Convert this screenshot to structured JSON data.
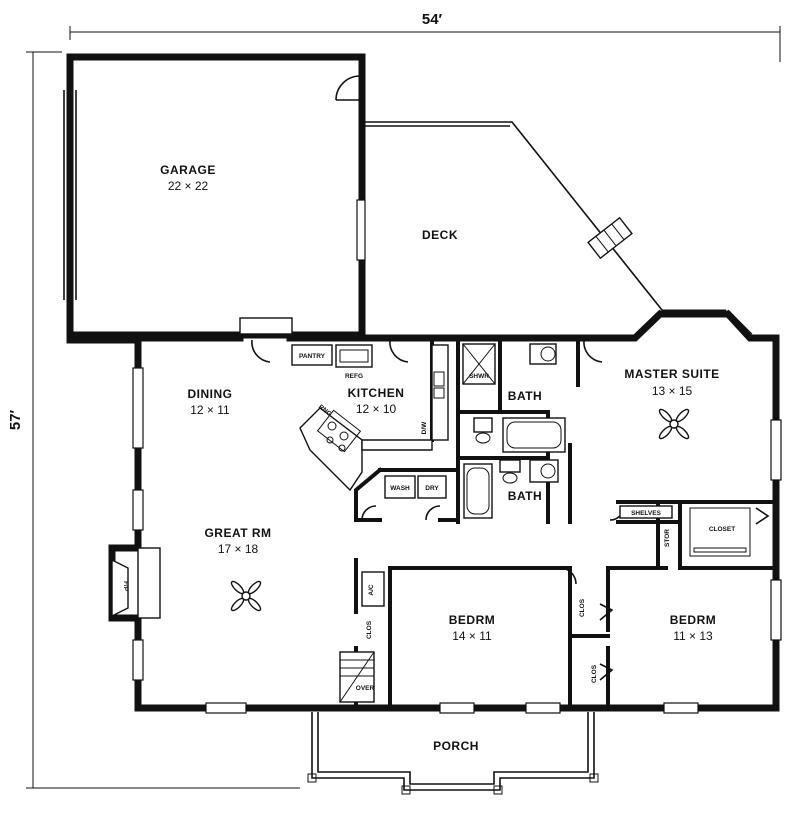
{
  "dimensions": {
    "width": "54′",
    "depth": "57′"
  },
  "rooms": {
    "garage": {
      "name": "GARAGE",
      "size": "22 × 22"
    },
    "deck": {
      "name": "DECK"
    },
    "dining": {
      "name": "DINING",
      "size": "12 × 11"
    },
    "kitchen": {
      "name": "KITCHEN",
      "size": "12 × 10"
    },
    "master_suite": {
      "name": "MASTER SUITE",
      "size": "13 × 15"
    },
    "great_room": {
      "name": "GREAT RM",
      "size": "17 × 18"
    },
    "bedroom_2": {
      "name": "BEDRM",
      "size": "14 × 11"
    },
    "bedroom_3": {
      "name": "BEDRM",
      "size": "11 × 13"
    },
    "bath_1": {
      "name": "BATH"
    },
    "bath_2": {
      "name": "BATH"
    },
    "porch": {
      "name": "PORCH"
    }
  },
  "fixtures": {
    "pantry": "PANTRY",
    "refrigerator": "REFG",
    "range": "RNG",
    "dishwasher": "D/W",
    "washer": "WASH",
    "dryer": "DRY",
    "shower": "SHWR",
    "shelves": "SHELVES",
    "storage": "STOR",
    "closet": "CLOSET",
    "closet_abbr": "CLOS",
    "ac": "A/C",
    "fireplace": "F/P",
    "stair_label": "OVER"
  }
}
